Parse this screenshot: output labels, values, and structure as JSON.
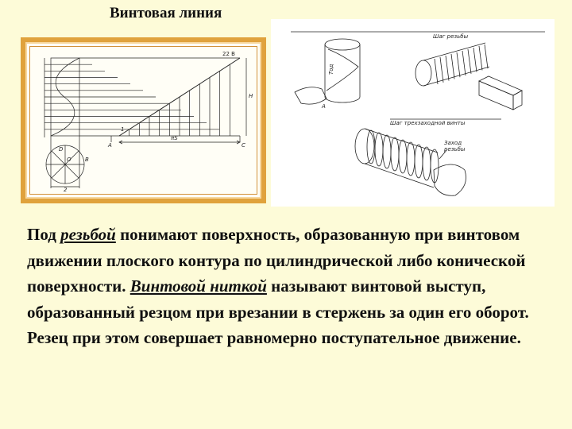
{
  "slide": {
    "title": "Винтовая линия",
    "paragraph": {
      "p1": "Под ",
      "term1": "резьбой",
      "p2": " понимают поверхность, образованную при винтовом движении плоского контура по цилиндрической либо конической поверхности. ",
      "term2": "Винтовой ниткой",
      "p3": " называют винтовой выступ, образованный резцом при врезании в стержень за один его оборот. Резец при этом совершает равномерно поступательное движение."
    }
  },
  "drawing": {
    "labels": {
      "top_right": "22 В",
      "h": "H",
      "step": "πS",
      "c": "C",
      "b": "B",
      "d": "D",
      "o": "O",
      "a": "A",
      "one": "1",
      "two": "2"
    }
  },
  "photo": {
    "labels": {
      "thread_pitch": "Шаг резьбы",
      "pitch_two_start": "Шаг трехзаходной винты",
      "lead_line1": "Заход",
      "lead_line2": "резьбы",
      "diameter": "Тод",
      "a": "A"
    }
  },
  "colors": {
    "background": "#fdfbd8",
    "frame": "#e0a23c",
    "text": "#111111"
  }
}
